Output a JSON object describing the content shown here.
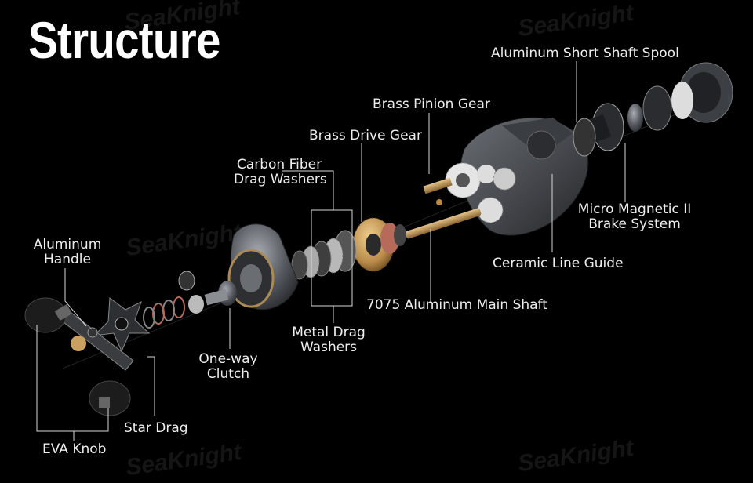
{
  "title": "Structure",
  "watermark": "SeaKnight",
  "labels": {
    "spool": "Aluminum Short Shaft Spool",
    "pinion": "Brass Pinion Gear",
    "drive_gear": "Brass Drive Gear",
    "carbon_1": "Carbon Fiber",
    "carbon_2": "Drag Washers",
    "micro_1": "Micro Magnetic II",
    "micro_2": "Brake System",
    "handle_1": "Aluminum",
    "handle_2": "Handle",
    "ceramic": "Ceramic Line Guide",
    "main_shaft": "7075 Aluminum Main Shaft",
    "metal_1": "Metal Drag",
    "metal_2": "Washers",
    "clutch_1": "One-way",
    "clutch_2": "Clutch",
    "star_drag": "Star Drag",
    "eva_knob": "EVA Knob"
  },
  "colors": {
    "background": "#000000",
    "body": "#4a4d52",
    "brass": "#c9a062",
    "copper": "#b56a5a",
    "knob": "#1c1c1c"
  }
}
